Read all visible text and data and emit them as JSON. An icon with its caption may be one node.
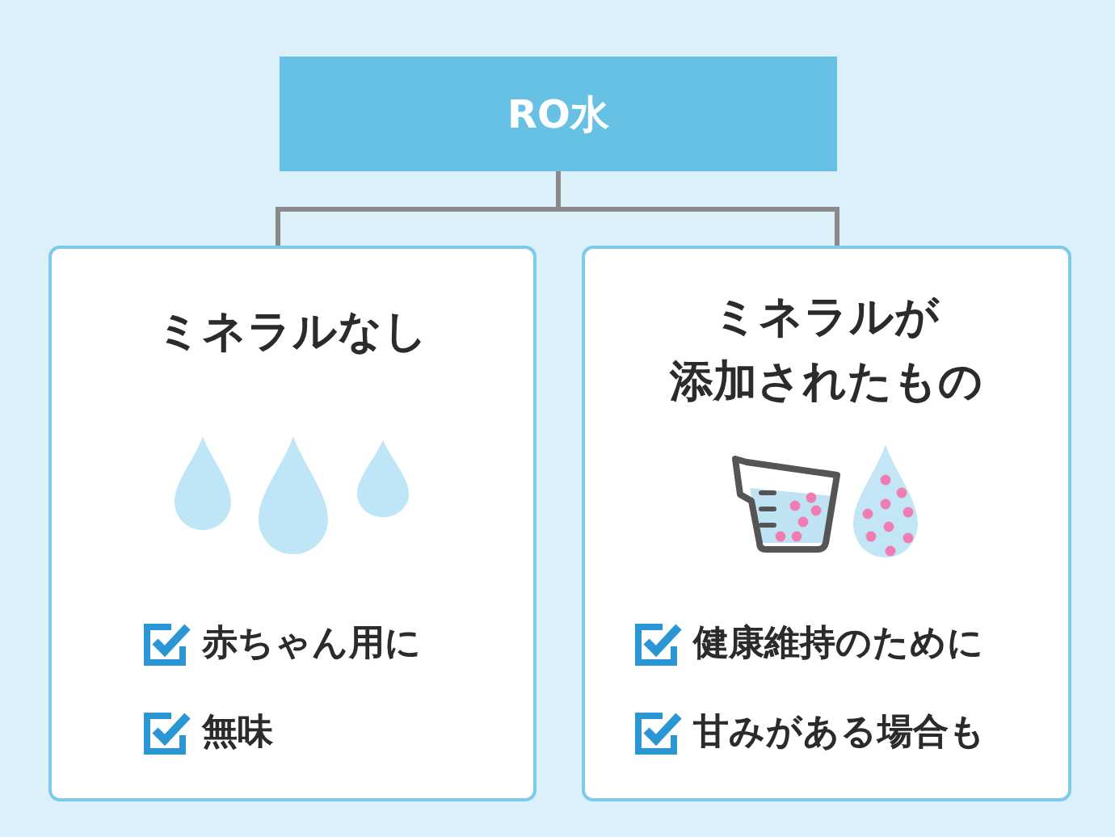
{
  "diagram": {
    "nodes": [
      {
        "text": [
          "RO水"
        ]
      },
      {
        "text": [
          "ミネラルなし",
          "赤ちゃん用に",
          "無味"
        ]
      },
      {
        "text": [
          "ミネラルが添加されたもの",
          "健康維持のために",
          "甘みがある場合も"
        ]
      }
    ],
    "edges": [
      {
        "from": 0,
        "to": 1,
        "arrow": "none"
      },
      {
        "from": 0,
        "to": 2,
        "arrow": "none"
      }
    ]
  }
}
